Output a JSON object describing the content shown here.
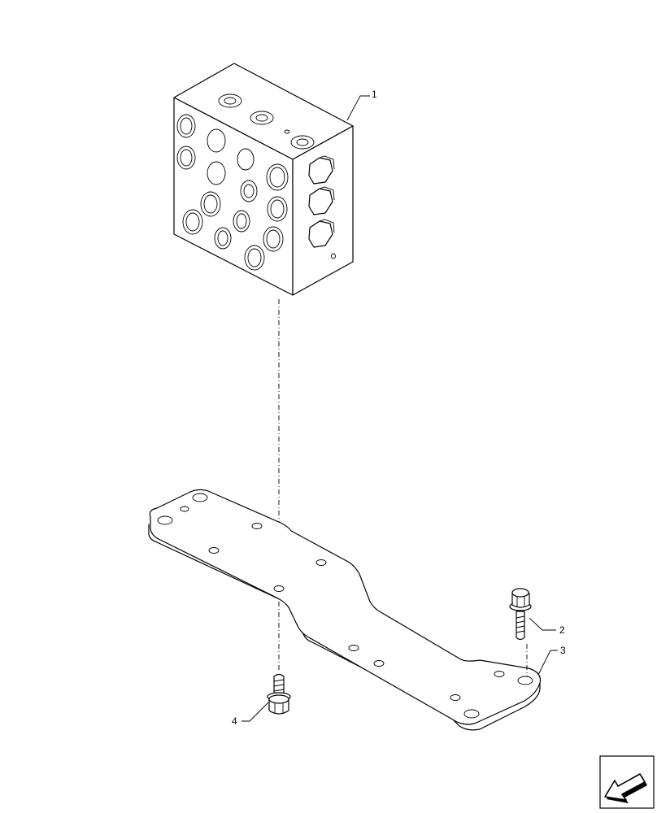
{
  "callouts": [
    {
      "id": "1",
      "label": "1"
    },
    {
      "id": "2",
      "label": "2"
    },
    {
      "id": "3",
      "label": "3"
    },
    {
      "id": "4",
      "label": "4"
    }
  ],
  "icons": {
    "navigation": "arrow-left-down-icon"
  }
}
